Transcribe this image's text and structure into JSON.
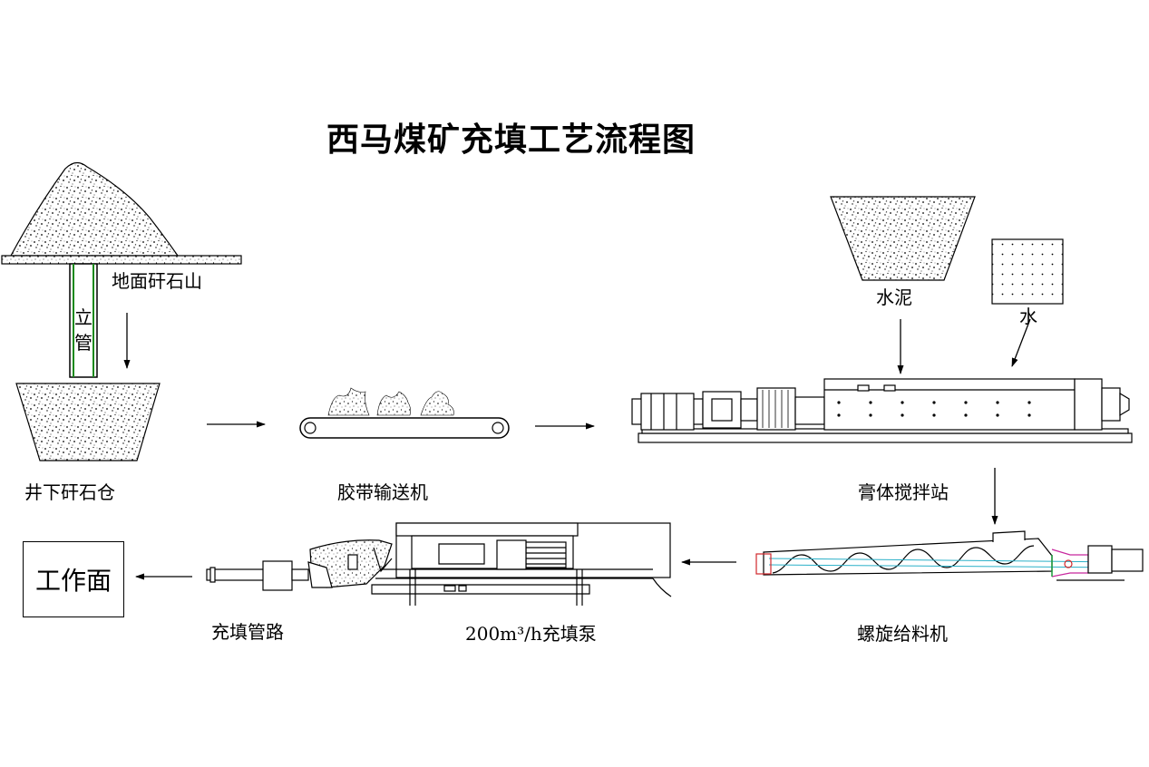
{
  "title": "西马煤矿充填工艺流程图",
  "labels": {
    "surface_pile": "地面矸石山",
    "standpipe_char1": "立",
    "standpipe_char2": "管",
    "underground_bin": "井下矸石仓",
    "belt_conveyor": "胶带输送机",
    "cement": "水泥",
    "water": "水",
    "mixing_station": "膏体搅拌站",
    "screw_feeder": "螺旋给料机",
    "fill_pump": "200m³/h充填泵",
    "fill_pipeline": "充填管路",
    "workface": "工作面"
  }
}
